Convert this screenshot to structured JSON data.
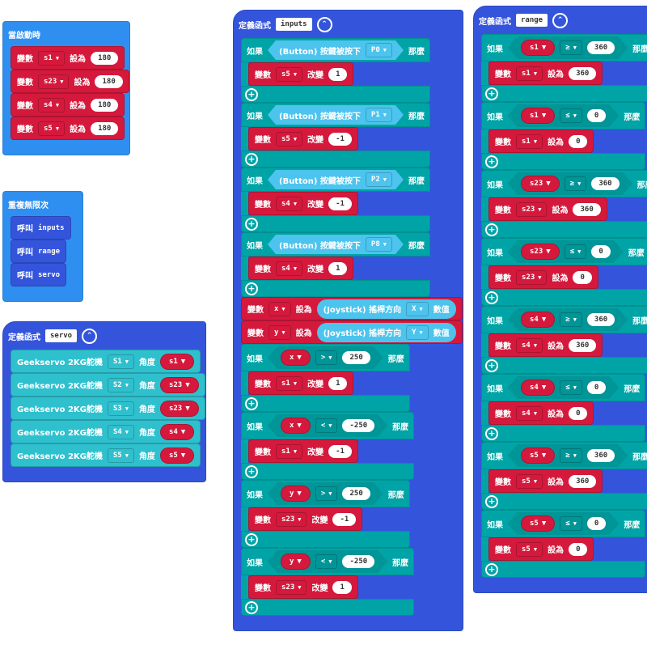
{
  "colors": {
    "event": "#2f8ff0",
    "function": "#3455db",
    "variable": "#d5193c",
    "logic": "#00a4a6",
    "servo": "#2fc0ce",
    "sensor": "#4cc4ee"
  },
  "stacks": [
    {
      "kind": "event",
      "label": "當啟動時",
      "body": [
        {
          "kind": "set",
          "label": "變數",
          "var": "s1",
          "op": "設為",
          "value": "180"
        },
        {
          "kind": "set",
          "label": "變數",
          "var": "s23",
          "op": "設為",
          "value": "180"
        },
        {
          "kind": "set",
          "label": "變數",
          "var": "s4",
          "op": "設為",
          "value": "180"
        },
        {
          "kind": "set",
          "label": "變數",
          "var": "s5",
          "op": "設為",
          "value": "180"
        }
      ]
    },
    {
      "kind": "event",
      "label": "重複無限次",
      "body": [
        {
          "kind": "call",
          "label": "呼叫",
          "name": "inputs"
        },
        {
          "kind": "call",
          "label": "呼叫",
          "name": "range"
        },
        {
          "kind": "call",
          "label": "呼叫",
          "name": "servo"
        }
      ]
    },
    {
      "kind": "function",
      "label": "定義函式",
      "name": "servo",
      "body": [
        {
          "kind": "servo",
          "text": "Geekservo 2KG舵機",
          "port": "S1",
          "angle_label": "角度",
          "var": "s1"
        },
        {
          "kind": "servo",
          "text": "Geekservo 2KG舵機",
          "port": "S2",
          "angle_label": "角度",
          "var": "s23"
        },
        {
          "kind": "servo",
          "text": "Geekservo 2KG舵機",
          "port": "S3",
          "angle_label": "角度",
          "var": "s23"
        },
        {
          "kind": "servo",
          "text": "Geekservo 2KG舵機",
          "port": "S4",
          "angle_label": "角度",
          "var": "s4"
        },
        {
          "kind": "servo",
          "text": "Geekservo 2KG舵機",
          "port": "S5",
          "angle_label": "角度",
          "var": "s5"
        }
      ]
    },
    {
      "kind": "function",
      "label": "定義函式",
      "name": "inputs",
      "body": [
        {
          "kind": "if",
          "if_label": "如果",
          "then_label": "那麼",
          "cond": {
            "kind": "button",
            "text": "(Button) 按鍵被按下",
            "pin": "P0"
          },
          "body": [
            {
              "kind": "set",
              "label": "變數",
              "var": "s5",
              "op": "改變",
              "value": "1"
            }
          ]
        },
        {
          "kind": "if",
          "if_label": "如果",
          "then_label": "那麼",
          "cond": {
            "kind": "button",
            "text": "(Button) 按鍵被按下",
            "pin": "P1"
          },
          "body": [
            {
              "kind": "set",
              "label": "變數",
              "var": "s5",
              "op": "改變",
              "value": "-1"
            }
          ]
        },
        {
          "kind": "if",
          "if_label": "如果",
          "then_label": "那麼",
          "cond": {
            "kind": "button",
            "text": "(Button) 按鍵被按下",
            "pin": "P2"
          },
          "body": [
            {
              "kind": "set",
              "label": "變數",
              "var": "s4",
              "op": "改變",
              "value": "-1"
            }
          ]
        },
        {
          "kind": "if",
          "if_label": "如果",
          "then_label": "那麼",
          "cond": {
            "kind": "button",
            "text": "(Button) 按鍵被按下",
            "pin": "P8"
          },
          "body": [
            {
              "kind": "set",
              "label": "變數",
              "var": "s4",
              "op": "改變",
              "value": "1"
            }
          ]
        },
        {
          "kind": "joy",
          "label": "變數",
          "var": "x",
          "op": "設為",
          "text": "(Joystick) 搖桿方向",
          "axis": "X",
          "value_label": "數值"
        },
        {
          "kind": "joy",
          "label": "變數",
          "var": "y",
          "op": "設為",
          "text": "(Joystick) 搖桿方向",
          "axis": "Y",
          "value_label": "數值"
        },
        {
          "kind": "if",
          "if_label": "如果",
          "then_label": "那麼",
          "cond": {
            "kind": "compare",
            "left": "x",
            "op": ">",
            "right": "250"
          },
          "body": [
            {
              "kind": "set",
              "label": "變數",
              "var": "s1",
              "op": "改變",
              "value": "1"
            }
          ]
        },
        {
          "kind": "if",
          "if_label": "如果",
          "then_label": "那麼",
          "cond": {
            "kind": "compare",
            "left": "x",
            "op": "<",
            "right": "-250"
          },
          "body": [
            {
              "kind": "set",
              "label": "變數",
              "var": "s1",
              "op": "改變",
              "value": "-1"
            }
          ]
        },
        {
          "kind": "if",
          "if_label": "如果",
          "then_label": "那麼",
          "cond": {
            "kind": "compare",
            "left": "y",
            "op": ">",
            "right": "250"
          },
          "body": [
            {
              "kind": "set",
              "label": "變數",
              "var": "s23",
              "op": "改變",
              "value": "-1"
            }
          ]
        },
        {
          "kind": "if",
          "if_label": "如果",
          "then_label": "那麼",
          "cond": {
            "kind": "compare",
            "left": "y",
            "op": "<",
            "right": "-250"
          },
          "body": [
            {
              "kind": "set",
              "label": "變數",
              "var": "s23",
              "op": "改變",
              "value": "1"
            }
          ]
        }
      ]
    },
    {
      "kind": "function",
      "label": "定義函式",
      "name": "range",
      "body": [
        {
          "kind": "if",
          "if_label": "如果",
          "then_label": "那麼",
          "cond": {
            "kind": "compare",
            "left": "s1",
            "op": "≥",
            "right": "360"
          },
          "body": [
            {
              "kind": "set",
              "label": "變數",
              "var": "s1",
              "op": "設為",
              "value": "360"
            }
          ]
        },
        {
          "kind": "if",
          "if_label": "如果",
          "then_label": "那麼",
          "cond": {
            "kind": "compare",
            "left": "s1",
            "op": "≤",
            "right": "0"
          },
          "body": [
            {
              "kind": "set",
              "label": "變數",
              "var": "s1",
              "op": "設為",
              "value": "0"
            }
          ]
        },
        {
          "kind": "if",
          "if_label": "如果",
          "then_label": "那麼",
          "cond": {
            "kind": "compare",
            "left": "s23",
            "op": "≥",
            "right": "360"
          },
          "body": [
            {
              "kind": "set",
              "label": "變數",
              "var": "s23",
              "op": "設為",
              "value": "360"
            }
          ]
        },
        {
          "kind": "if",
          "if_label": "如果",
          "then_label": "那麼",
          "cond": {
            "kind": "compare",
            "left": "s23",
            "op": "≤",
            "right": "0"
          },
          "body": [
            {
              "kind": "set",
              "label": "變數",
              "var": "s23",
              "op": "設為",
              "value": "0"
            }
          ]
        },
        {
          "kind": "if",
          "if_label": "如果",
          "then_label": "那麼",
          "cond": {
            "kind": "compare",
            "left": "s4",
            "op": "≥",
            "right": "360"
          },
          "body": [
            {
              "kind": "set",
              "label": "變數",
              "var": "s4",
              "op": "設為",
              "value": "360"
            }
          ]
        },
        {
          "kind": "if",
          "if_label": "如果",
          "then_label": "那麼",
          "cond": {
            "kind": "compare",
            "left": "s4",
            "op": "≤",
            "right": "0"
          },
          "body": [
            {
              "kind": "set",
              "label": "變數",
              "var": "s4",
              "op": "設為",
              "value": "0"
            }
          ]
        },
        {
          "kind": "if",
          "if_label": "如果",
          "then_label": "那麼",
          "cond": {
            "kind": "compare",
            "left": "s5",
            "op": "≥",
            "right": "360"
          },
          "body": [
            {
              "kind": "set",
              "label": "變數",
              "var": "s5",
              "op": "設為",
              "value": "360"
            }
          ]
        },
        {
          "kind": "if",
          "if_label": "如果",
          "then_label": "那麼",
          "cond": {
            "kind": "compare",
            "left": "s5",
            "op": "≤",
            "right": "0"
          },
          "body": [
            {
              "kind": "set",
              "label": "變數",
              "var": "s5",
              "op": "設為",
              "value": "0"
            }
          ]
        }
      ]
    }
  ]
}
